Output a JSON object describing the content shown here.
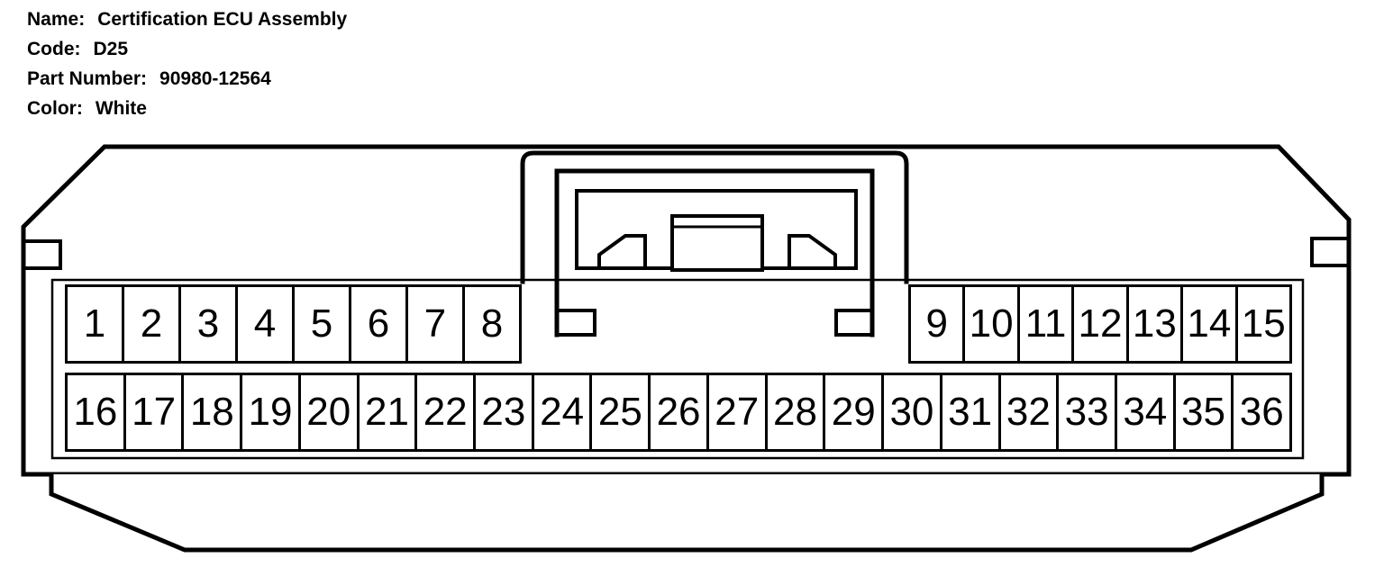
{
  "header": {
    "name_label": "Name:",
    "name_value": "Certification ECU Assembly",
    "code_label": "Code:",
    "code_value": "D25",
    "part_label": "Part Number:",
    "part_value": "90980-12564",
    "color_label": "Color:",
    "color_value": "White"
  },
  "connector": {
    "outline_color": "#000000",
    "fill_color": "#ffffff",
    "pins_top_left": [
      "1",
      "2",
      "3",
      "4",
      "5",
      "6",
      "7",
      "8"
    ],
    "pins_top_right": [
      "9",
      "10",
      "11",
      "12",
      "13",
      "14",
      "15"
    ],
    "pins_bottom": [
      "16",
      "17",
      "18",
      "19",
      "20",
      "21",
      "22",
      "23",
      "24",
      "25",
      "26",
      "27",
      "28",
      "29",
      "30",
      "31",
      "32",
      "33",
      "34",
      "35",
      "36"
    ]
  }
}
